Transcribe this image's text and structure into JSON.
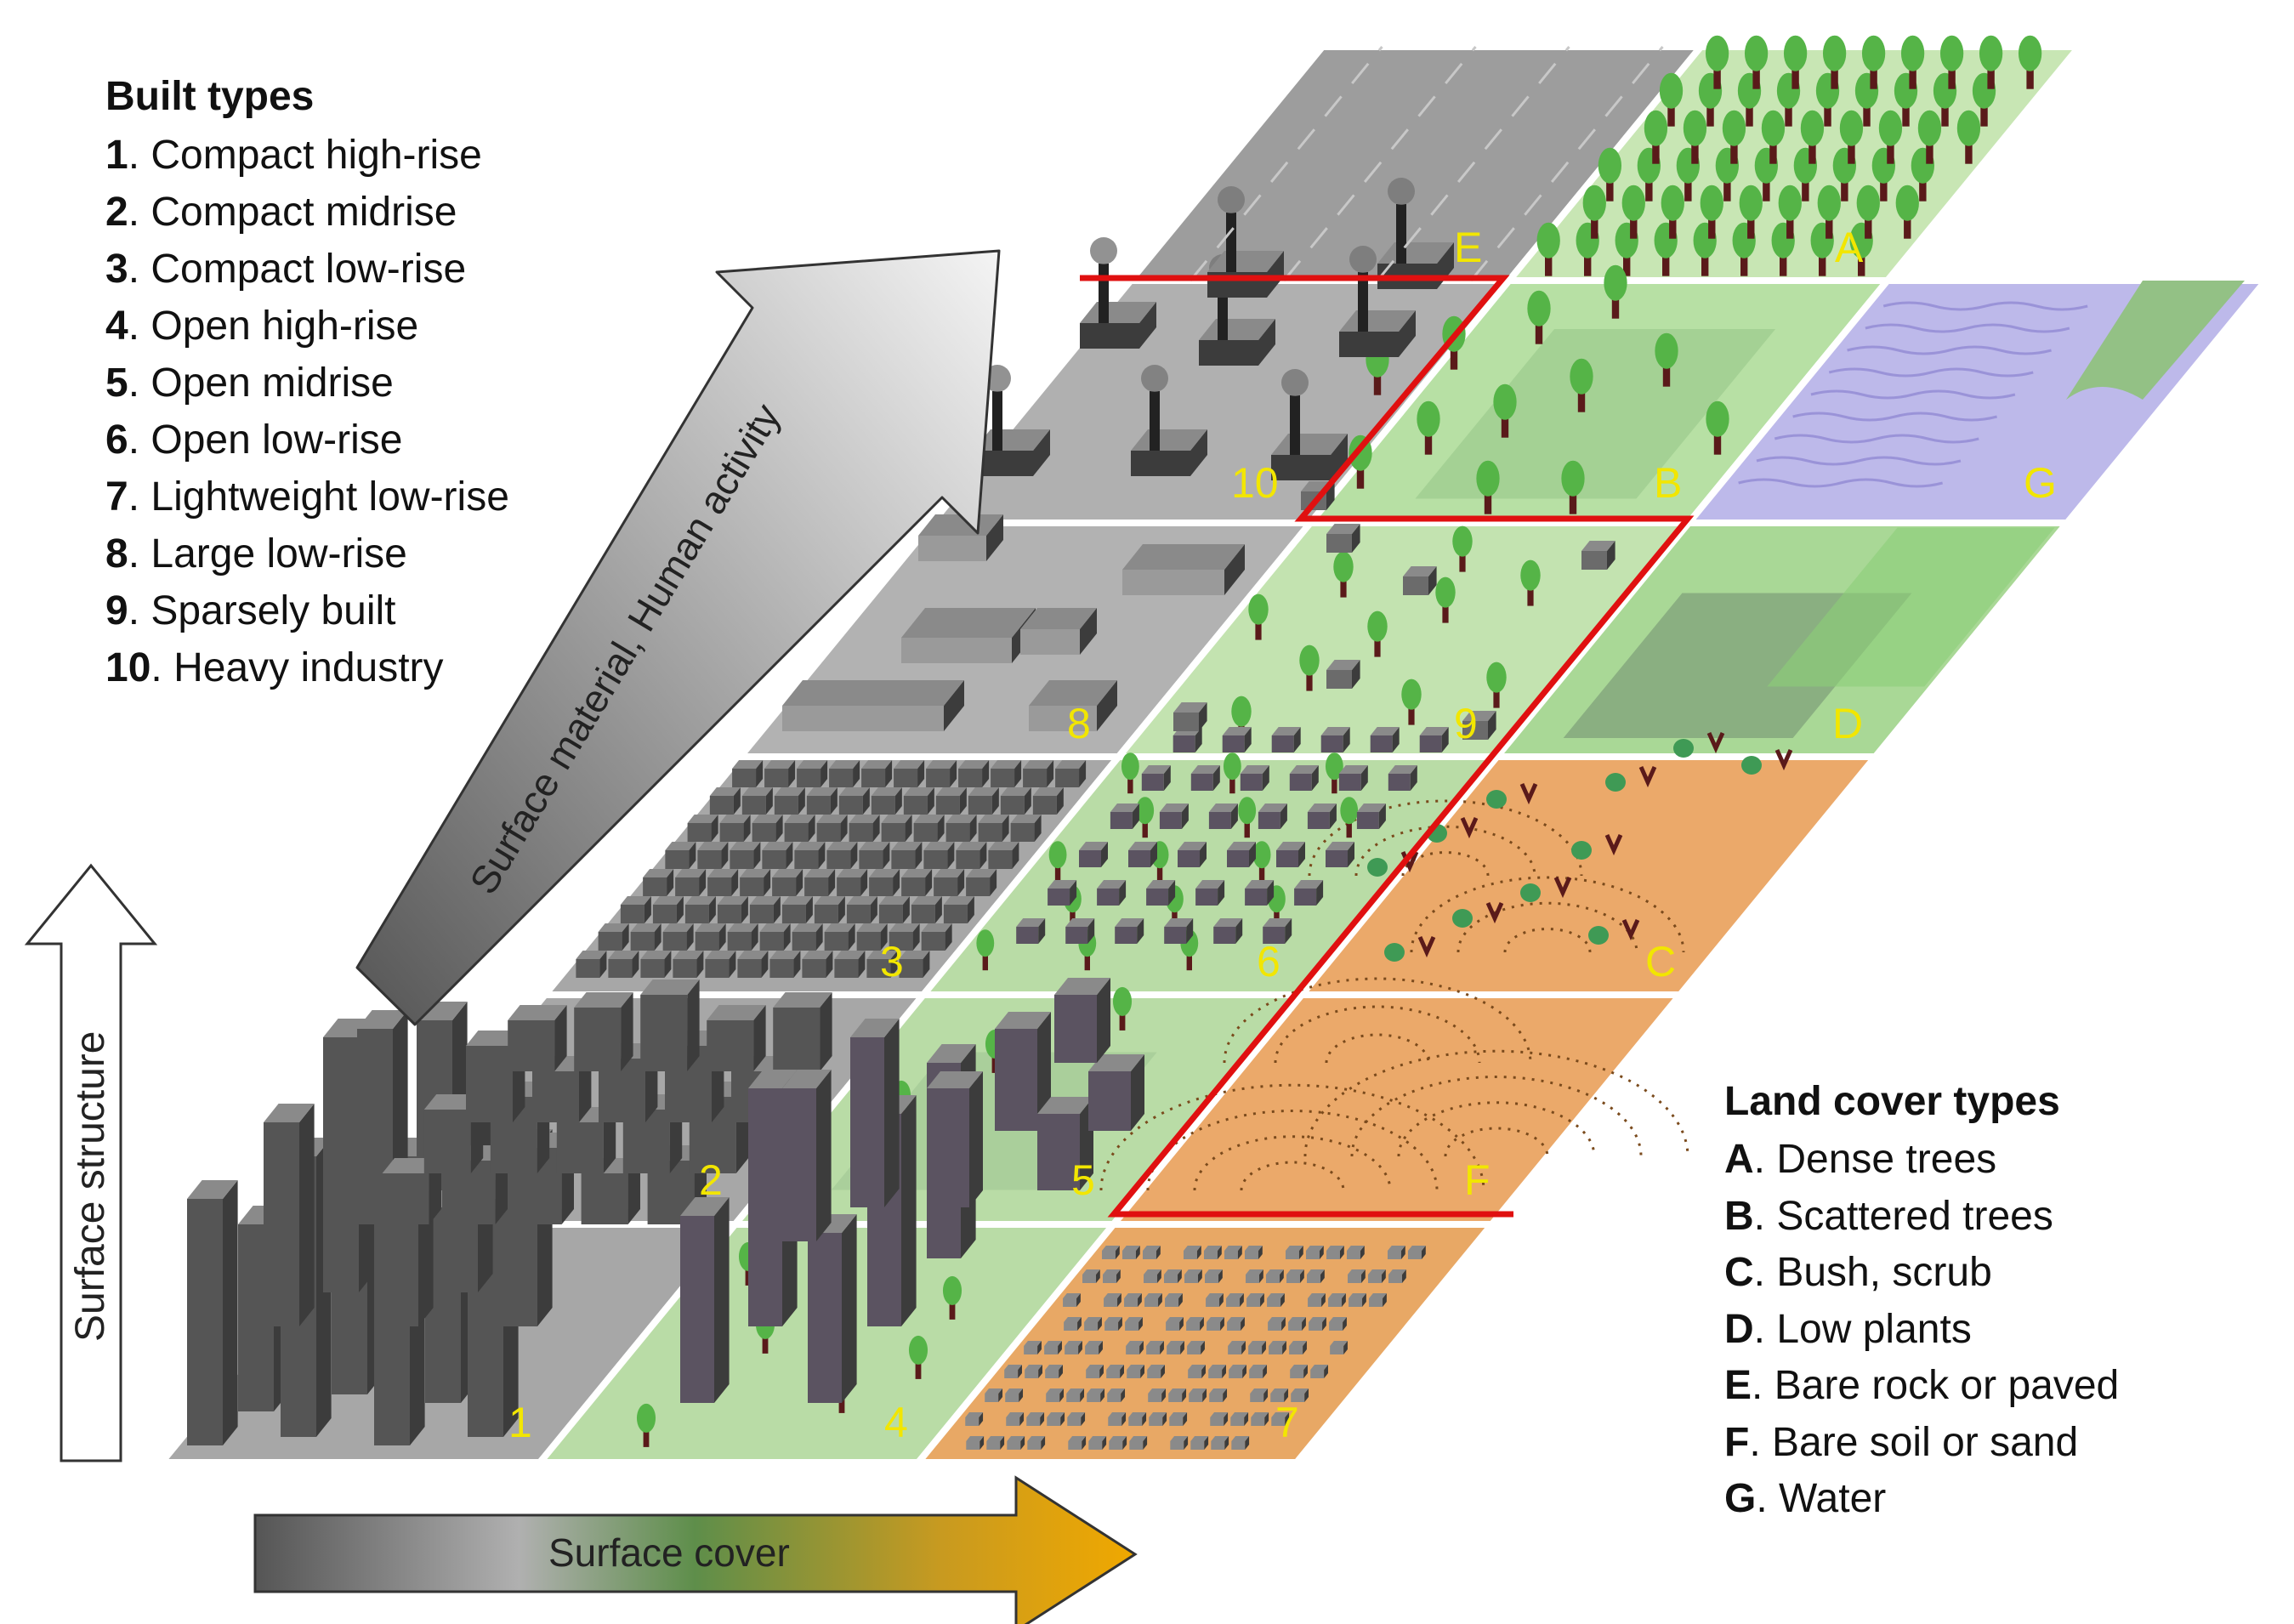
{
  "built_types": {
    "title": "Built types",
    "items": [
      {
        "num": "1",
        "label": ". Compact high-rise"
      },
      {
        "num": "2",
        "label": ". Compact midrise"
      },
      {
        "num": "3",
        "label": ". Compact low-rise"
      },
      {
        "num": "4",
        "label": ". Open high-rise"
      },
      {
        "num": "5",
        "label": ". Open midrise"
      },
      {
        "num": "6",
        "label": ". Open low-rise"
      },
      {
        "num": "7",
        "label": ". Lightweight low-rise"
      },
      {
        "num": "8",
        "label": ". Large low-rise"
      },
      {
        "num": "9",
        "label": ". Sparsely built"
      },
      {
        "num": "10",
        "label": ". Heavy industry"
      }
    ]
  },
  "land_cover_types": {
    "title": "Land cover types",
    "items": [
      {
        "letter": "A",
        "label": ". Dense trees"
      },
      {
        "letter": "B",
        "label": ". Scattered trees"
      },
      {
        "letter": "C",
        "label": ". Bush, scrub"
      },
      {
        "letter": "D",
        "label": ". Low plants"
      },
      {
        "letter": "E",
        "label": ". Bare rock or paved"
      },
      {
        "letter": "F",
        "label": ". Bare soil or sand"
      },
      {
        "letter": "G",
        "label": ". Water"
      }
    ]
  },
  "axes": {
    "vertical": "Surface structure",
    "diagonal": "Surface material, Human activity",
    "horizontal": "Surface cover"
  },
  "zone_labels": {
    "z1": "1",
    "z2": "2",
    "z3": "3",
    "z4": "4",
    "z5": "5",
    "z6": "6",
    "z7": "7",
    "z8": "8",
    "z9": "9",
    "z10": "10",
    "zA": "A",
    "zB": "B",
    "zC": "C",
    "zD": "D",
    "zE": "E",
    "zF": "F",
    "zG": "G"
  },
  "colors": {
    "paved": "#a9a9a9",
    "green_light": "#c8e6b4",
    "green_mid": "#9fcf8c",
    "sand": "#e8a865",
    "water": "#b9b5e6",
    "tree": "#55b447",
    "trunk": "#5a1a1a",
    "building": "#4a4a4a",
    "boundary": "#e01010",
    "label": "#f2e600"
  }
}
